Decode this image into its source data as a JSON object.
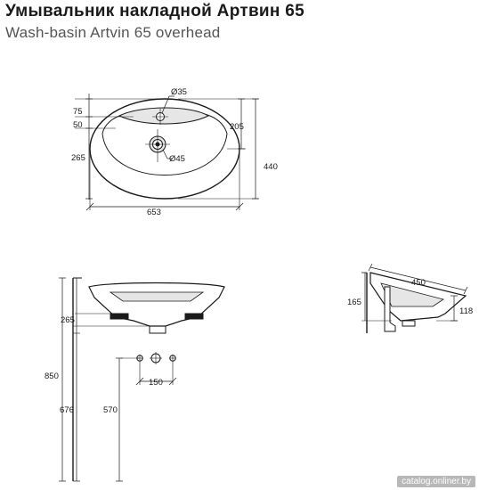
{
  "header": {
    "title": "Умывальник накладной Артвин 65",
    "subtitle": "Wash-basin  Artvin 65 overhead"
  },
  "top_view": {
    "dims": {
      "tap_hole": "Ø35",
      "drain": "Ø45",
      "left_75": "75",
      "left_50": "50",
      "left_265": "265",
      "right_205": "205",
      "right_440": "440",
      "width_653": "653"
    }
  },
  "front_view": {
    "dims": {
      "rim_265": "265",
      "height_850": "850",
      "height_676": "676",
      "height_570": "570",
      "spacing_150": "150"
    }
  },
  "side_view": {
    "dims": {
      "depth_450": "450",
      "height_165": "165",
      "height_118": "118"
    }
  },
  "watermark": "catalog.onliner.by",
  "colors": {
    "line": "#1a1a1a",
    "fill": "#ffffff",
    "shade": "#e6e6e6"
  }
}
